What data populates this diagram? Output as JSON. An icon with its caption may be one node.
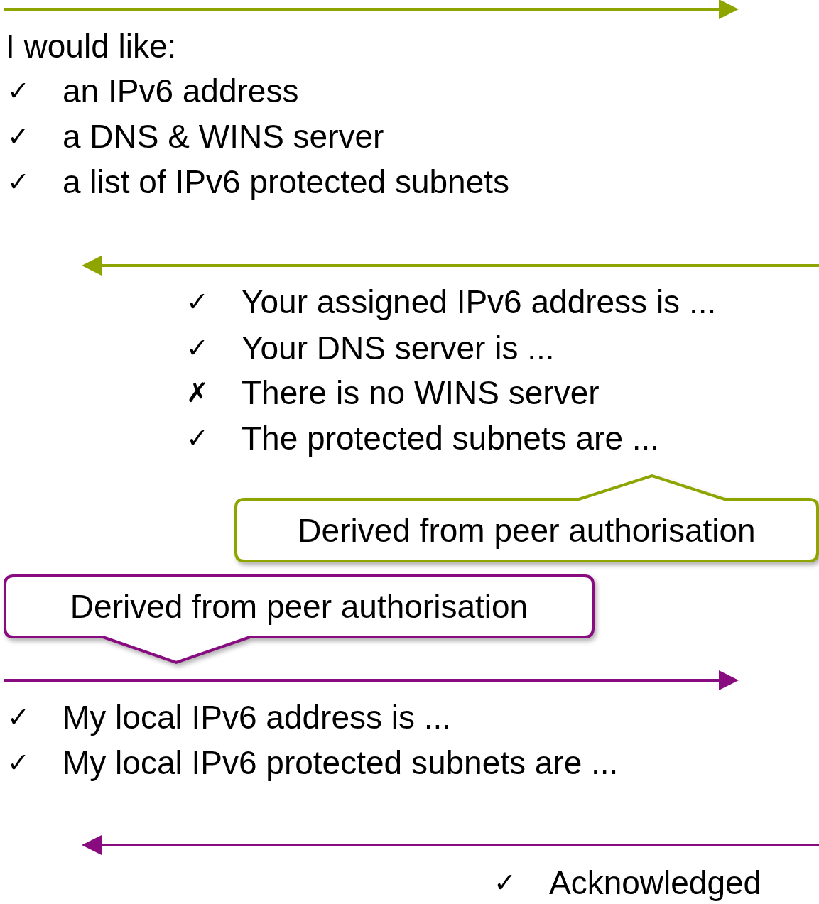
{
  "diagram": {
    "nodes": [
      {
        "text": [
          "Derived from peer authorisation"
        ]
      },
      {
        "text": [
          "Derived from peer authorisation"
        ]
      }
    ],
    "labels": [
      "I would like:",
      "✓",
      "an IPv6 address",
      "✓",
      "a DNS & WINS server",
      "✓",
      "a list of IPv6 protected subnets",
      "✓",
      "Your assigned IPv6 address is ...",
      "✓",
      "Your DNS server is ...",
      "✗",
      "There is no WINS server",
      "✓",
      "The protected subnets are ...",
      "✓",
      "My local IPv6 address is ...",
      "✓",
      "My local IPv6 protected subnets are ...",
      "✓",
      "Acknowledged"
    ]
  }
}
